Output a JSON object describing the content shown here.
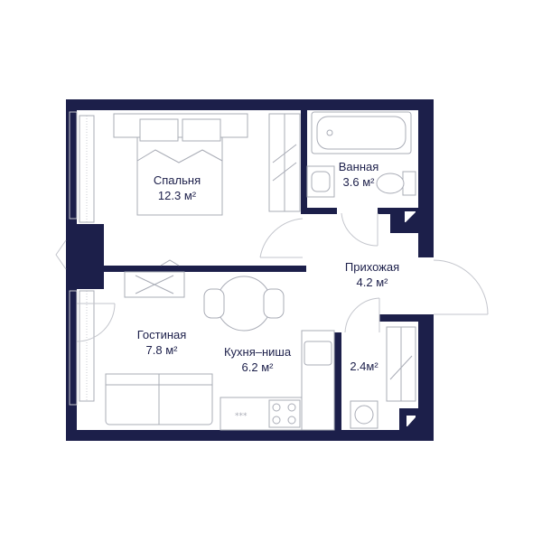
{
  "colors": {
    "wall": "#1c1f4a",
    "line": "#c3c5cc",
    "furniture_stroke": "#a9acb6",
    "text": "#1c1f4a"
  },
  "rooms": [
    {
      "id": "bedroom",
      "name": "Спальня",
      "area": "12.3 м²"
    },
    {
      "id": "bathroom",
      "name": "Ванная",
      "area": "3.6 м²"
    },
    {
      "id": "hallway",
      "name": "Прихожая",
      "area": "4.2 м²"
    },
    {
      "id": "living",
      "name": "Гостиная",
      "area": "7.8 м²"
    },
    {
      "id": "kitchen",
      "name": "Кухня–ниша",
      "area": "6.2 м²"
    },
    {
      "id": "storage",
      "name": "",
      "area": "2.4м²"
    }
  ]
}
